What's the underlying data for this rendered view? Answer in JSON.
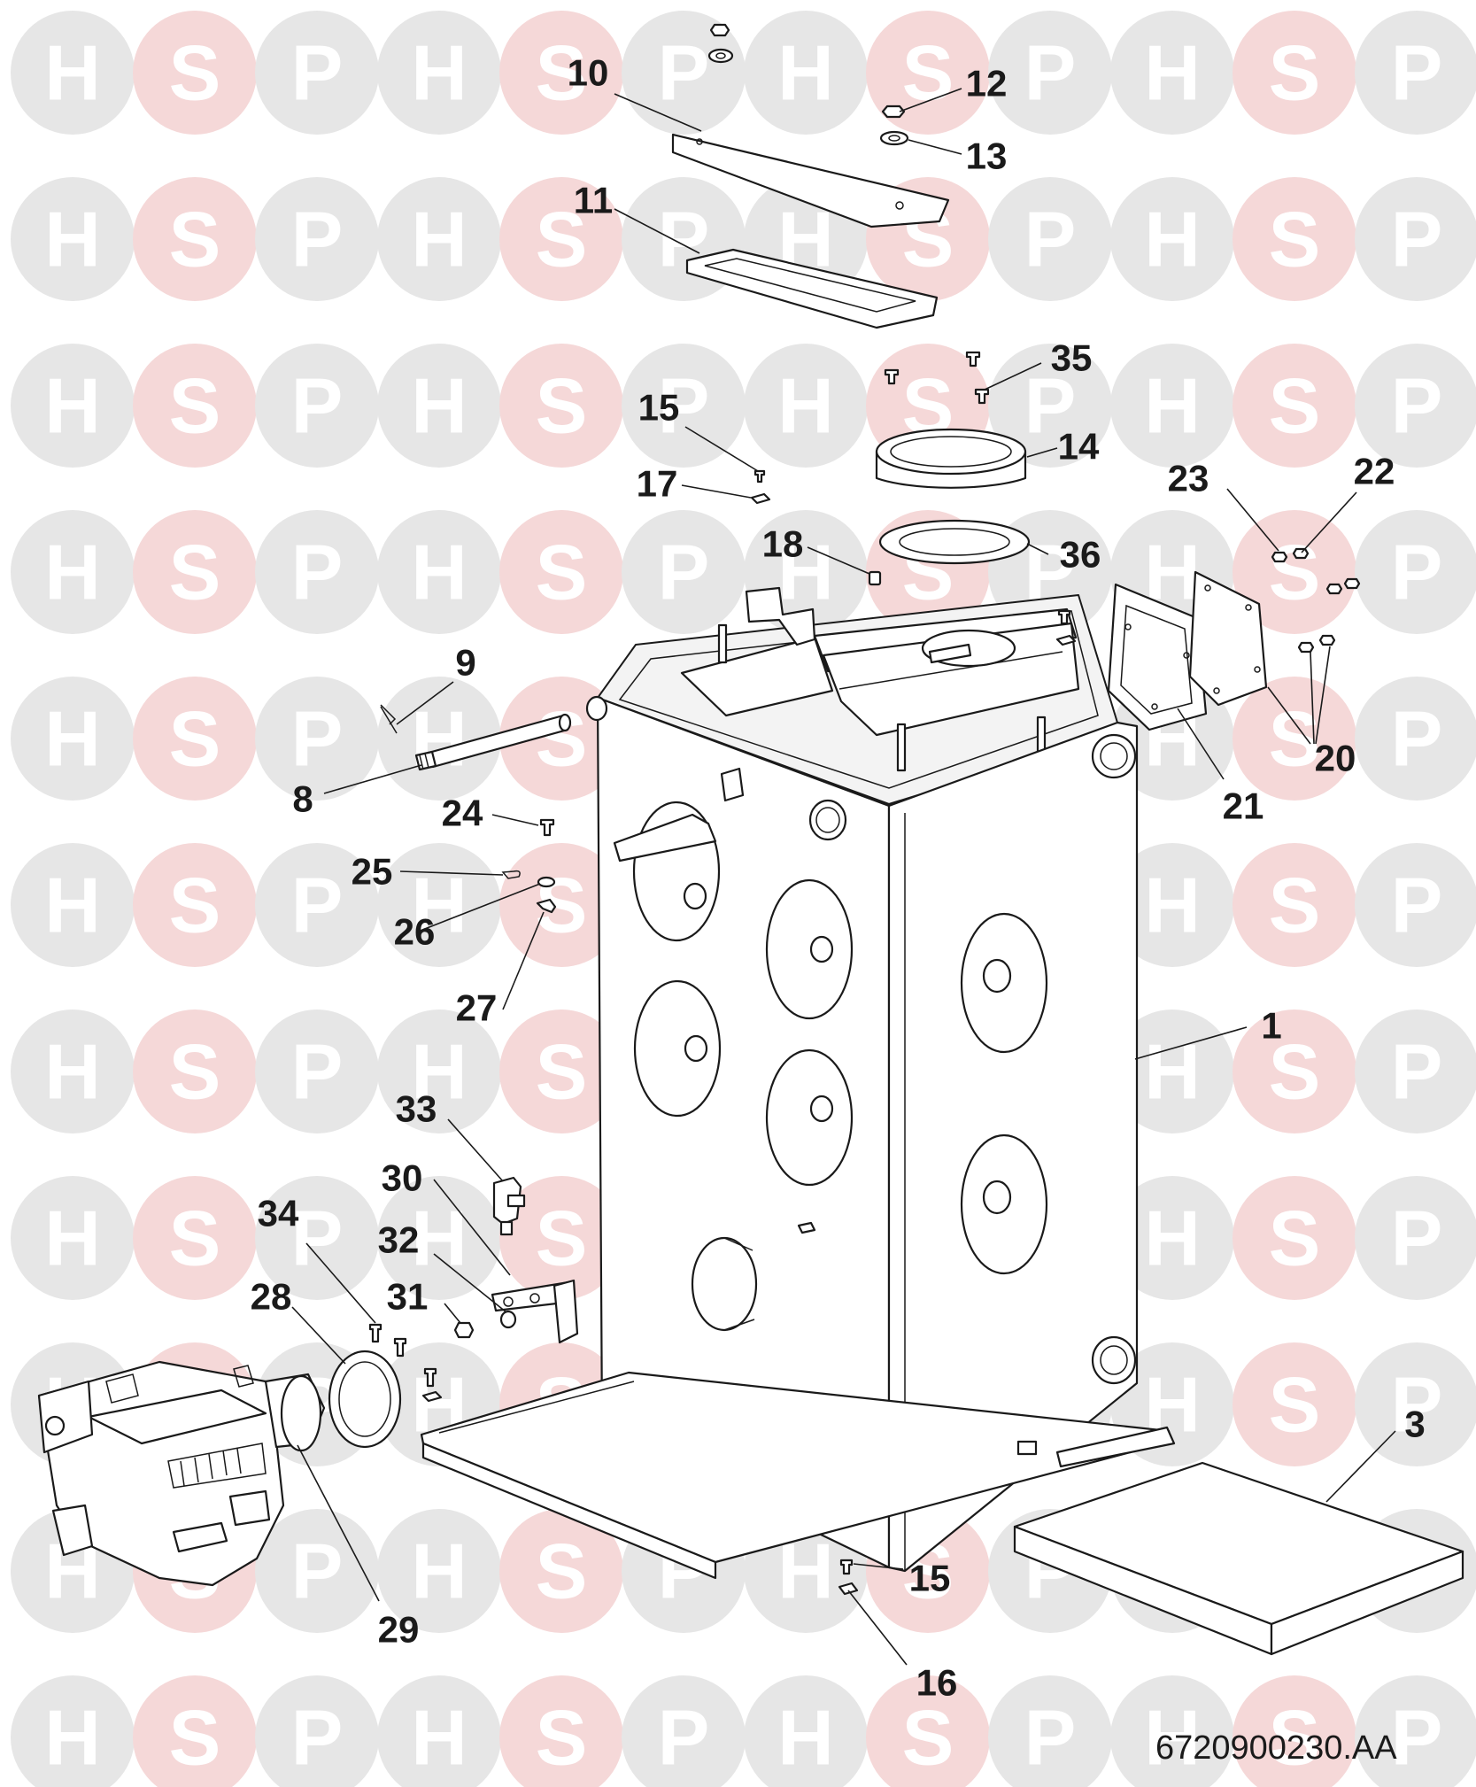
{
  "watermark": {
    "letters": [
      "H",
      "S",
      "P"
    ],
    "colors": {
      "H": "#e6e6e6",
      "S": "#f5d8d8",
      "P": "#e6e6e6",
      "letter": "#ffffff"
    }
  },
  "callouts": [
    {
      "id": "1",
      "label": "1"
    },
    {
      "id": "3",
      "label": "3"
    },
    {
      "id": "8",
      "label": "8"
    },
    {
      "id": "9",
      "label": "9"
    },
    {
      "id": "10",
      "label": "10"
    },
    {
      "id": "11",
      "label": "11"
    },
    {
      "id": "12",
      "label": "12"
    },
    {
      "id": "13",
      "label": "13"
    },
    {
      "id": "14",
      "label": "14"
    },
    {
      "id": "15a",
      "label": "15"
    },
    {
      "id": "15b",
      "label": "15"
    },
    {
      "id": "16",
      "label": "16"
    },
    {
      "id": "17",
      "label": "17"
    },
    {
      "id": "18",
      "label": "18"
    },
    {
      "id": "20",
      "label": "20"
    },
    {
      "id": "21",
      "label": "21"
    },
    {
      "id": "22",
      "label": "22"
    },
    {
      "id": "23",
      "label": "23"
    },
    {
      "id": "24",
      "label": "24"
    },
    {
      "id": "25",
      "label": "25"
    },
    {
      "id": "26",
      "label": "26"
    },
    {
      "id": "27",
      "label": "27"
    },
    {
      "id": "28",
      "label": "28"
    },
    {
      "id": "29",
      "label": "29"
    },
    {
      "id": "30",
      "label": "30"
    },
    {
      "id": "31",
      "label": "31"
    },
    {
      "id": "32",
      "label": "32"
    },
    {
      "id": "33",
      "label": "33"
    },
    {
      "id": "34",
      "label": "34"
    },
    {
      "id": "35",
      "label": "35"
    },
    {
      "id": "36",
      "label": "36"
    }
  ],
  "drawing_number": "6720900230.AA"
}
